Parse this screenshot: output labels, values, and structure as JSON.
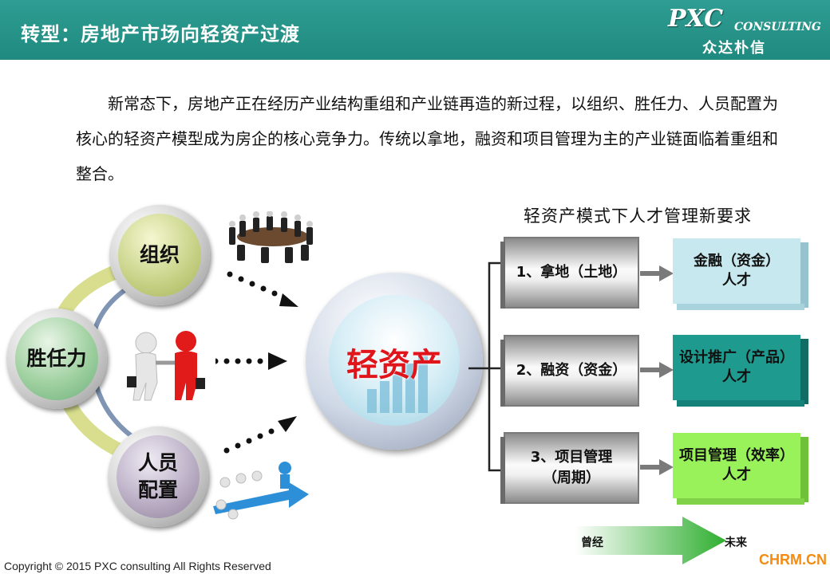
{
  "header": {
    "title": "转型：房地产市场向轻资产过渡",
    "logo_main": "PXC",
    "logo_sub": "CONSULTING",
    "logo_cn": "众达朴信"
  },
  "intro": "新常态下，房地产正在经历产业结构重组和产业链再造的新过程，以组织、胜任力、人员配置为核心的轻资产模型成为房企的核心竞争力。传统以拿地，融资和项目管理为主的产业链面临着重组和整合。",
  "core": {
    "organization": "组织",
    "competency": "胜任力",
    "staffing_line1": "人员",
    "staffing_line2": "配置"
  },
  "center": "轻资产",
  "requirements_title": "轻资产模式下人才管理新要求",
  "stages": [
    {
      "line1": "1、拿地（土地）",
      "line2": ""
    },
    {
      "line1": "2、融资（资金）",
      "line2": ""
    },
    {
      "line1": "3、项目管理",
      "line2": "（周期）"
    }
  ],
  "talents": [
    {
      "line1": "金融（资金）",
      "line2": "人才"
    },
    {
      "line1": "设计推广（产品）",
      "line2": "人才"
    },
    {
      "line1": "项目管理（效率）",
      "line2": "人才"
    }
  ],
  "timeline": {
    "past": "曾经",
    "future": "未来"
  },
  "footer": {
    "copyright": "Copyright © 2015  PXC consulting All Rights Reserved",
    "watermark": "CHRM.CN"
  },
  "colors": {
    "header_bg": "#2a968b",
    "center_text": "#e0151c",
    "talent_finance": "#c8e8ef",
    "talent_design": "#1f9a8f",
    "talent_project": "#99f25a",
    "watermark": "#f28c12"
  }
}
